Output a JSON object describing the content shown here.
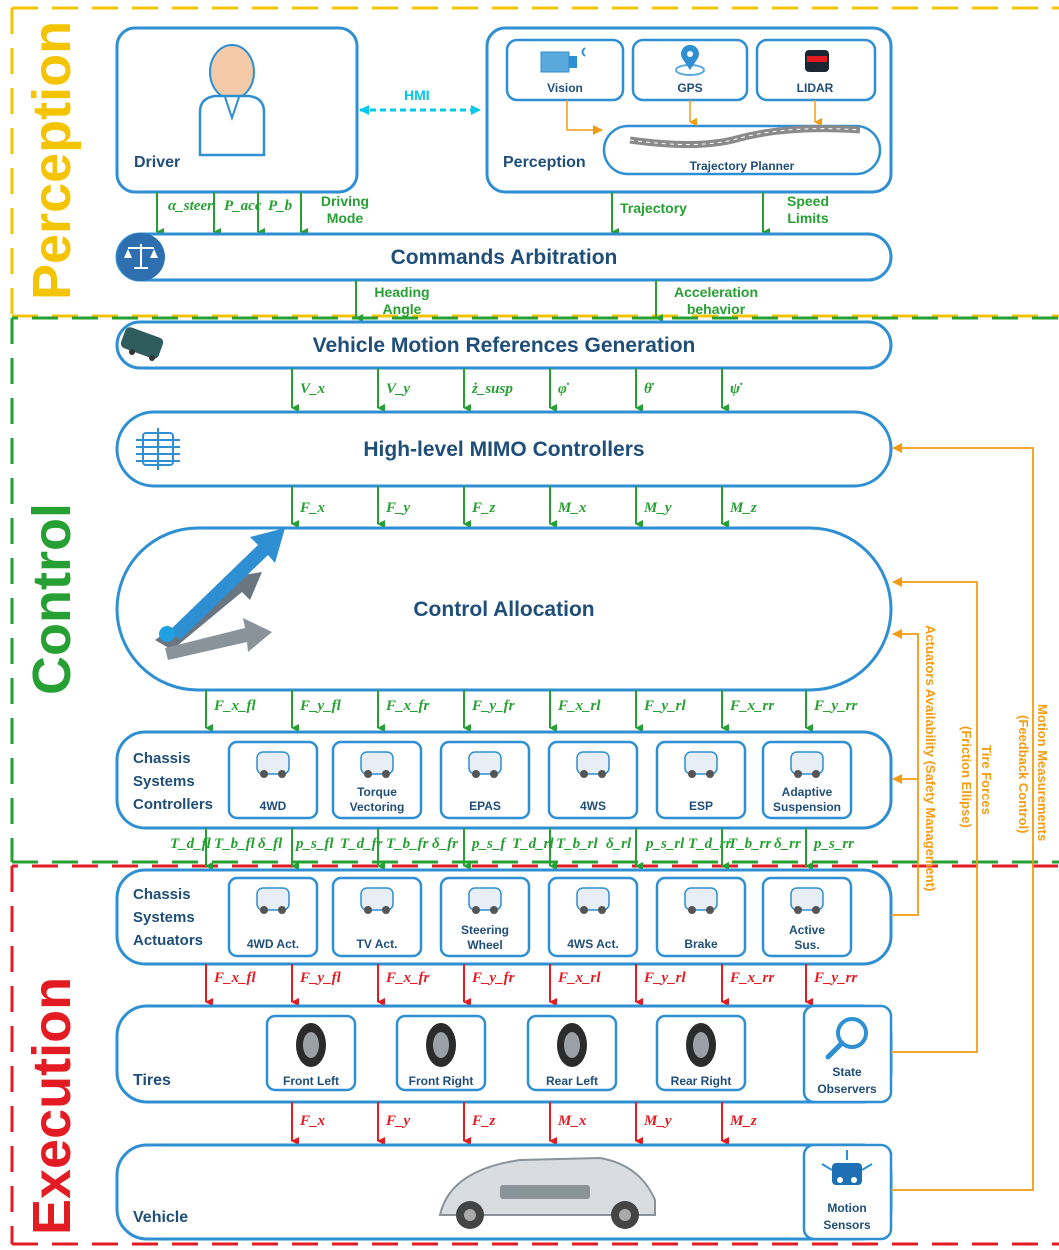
{
  "sections": {
    "perception": "Perception",
    "control": "Control",
    "execution": "Execution"
  },
  "driver": {
    "label": "Driver"
  },
  "hmi": {
    "label": "HMI"
  },
  "sensors": {
    "label": "Perception",
    "vision": "Vision",
    "gps": "GPS",
    "lidar": "LIDAR",
    "planner": "Trajectory Planner"
  },
  "driver_signals": [
    "α_steer",
    "P_acc",
    "P_b"
  ],
  "driving_mode": [
    "Driving",
    "Mode"
  ],
  "trajectory": "Trajectory",
  "speed_limits": [
    "Speed",
    "Limits"
  ],
  "commands_arbitration": "Commands Arbitration",
  "heading_angle": [
    "Heading",
    "Angle"
  ],
  "accel_behavior": [
    "Acceleration",
    "behavior"
  ],
  "motion_refs": "Vehicle Motion References Generation",
  "ref_signals": [
    "V_x",
    "V_y",
    "ż_susp",
    "φ̇",
    "θ̇",
    "ψ̇"
  ],
  "mimo": "High-level MIMO Controllers",
  "force_signals": [
    "F_x",
    "F_y",
    "F_z",
    "M_x",
    "M_y",
    "M_z"
  ],
  "control_allocation": "Control Allocation",
  "wheel_force_signals": [
    "F_x_fl",
    "F_y_fl",
    "F_x_fr",
    "F_y_fr",
    "F_x_rl",
    "F_y_rl",
    "F_x_rr",
    "F_y_rr"
  ],
  "chassis_controllers": {
    "label": [
      "Chassis",
      "Systems",
      "Controllers"
    ],
    "items": [
      "4WD",
      "Torque Vectoring",
      "EPAS",
      "4WS",
      "ESP",
      "Adaptive Suspension"
    ]
  },
  "actuator_signals": [
    "T_d_fl",
    "T_b_fl",
    "δ_fl",
    "p_s_fl",
    "T_d_fr",
    "T_b_fr",
    "δ_fr",
    "p_s_f",
    "T_d_rl",
    "T_b_rl",
    "δ_rl",
    "p_s_rl",
    "T_d_rr",
    "T_b_rr",
    "δ_rr",
    "p_s_rr"
  ],
  "chassis_actuators": {
    "label": [
      "Chassis",
      "Systems",
      "Actuators"
    ],
    "items": [
      "4WD Act.",
      "TV Act.",
      "Steering Wheel",
      "4WS Act.",
      "Brake",
      "Active Sus."
    ]
  },
  "tires": {
    "label": "Tires",
    "items": [
      "Front Left",
      "Front Right",
      "Rear Left",
      "Rear Right"
    ],
    "observers": [
      "State",
      "Observers"
    ]
  },
  "vehicle": {
    "label": "Vehicle",
    "sensors": [
      "Motion",
      "Sensors"
    ]
  },
  "feedback": {
    "actuators": "Actuators Availability (Safety Management)",
    "tire_forces": [
      "Tire Forces",
      "(Friction Ellipse)"
    ],
    "motion": [
      "Motion Measurements",
      "(Feedback Control)"
    ]
  },
  "colors": {
    "blue": "#2e8fd2",
    "navy": "#1f4e79",
    "green": "#27a033",
    "red": "#e31b23",
    "orange": "#f39c12",
    "yellow": "#f5c400",
    "cyan": "#00c8e8"
  }
}
